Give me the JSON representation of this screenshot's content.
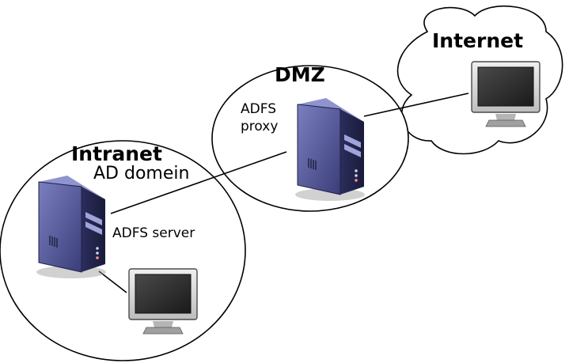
{
  "zones": {
    "internet": {
      "title": "Internet"
    },
    "dmz": {
      "title": "DMZ"
    },
    "intranet": {
      "title": "Intranet",
      "subtitle": "AD domein"
    }
  },
  "nodes": {
    "adfs_proxy": {
      "label_line1": "ADFS",
      "label_line2": "proxy",
      "icon": "server-icon"
    },
    "adfs_server": {
      "label": "ADFS server",
      "icon": "server-icon"
    },
    "internet_client": {
      "icon": "monitor-icon"
    },
    "intranet_client": {
      "icon": "monitor-icon"
    }
  },
  "colors": {
    "server_body": "#4b4f8c",
    "server_dark": "#2a2c55",
    "monitor_frame": "#d8d8d8",
    "monitor_screen": "#2b2b2b"
  }
}
